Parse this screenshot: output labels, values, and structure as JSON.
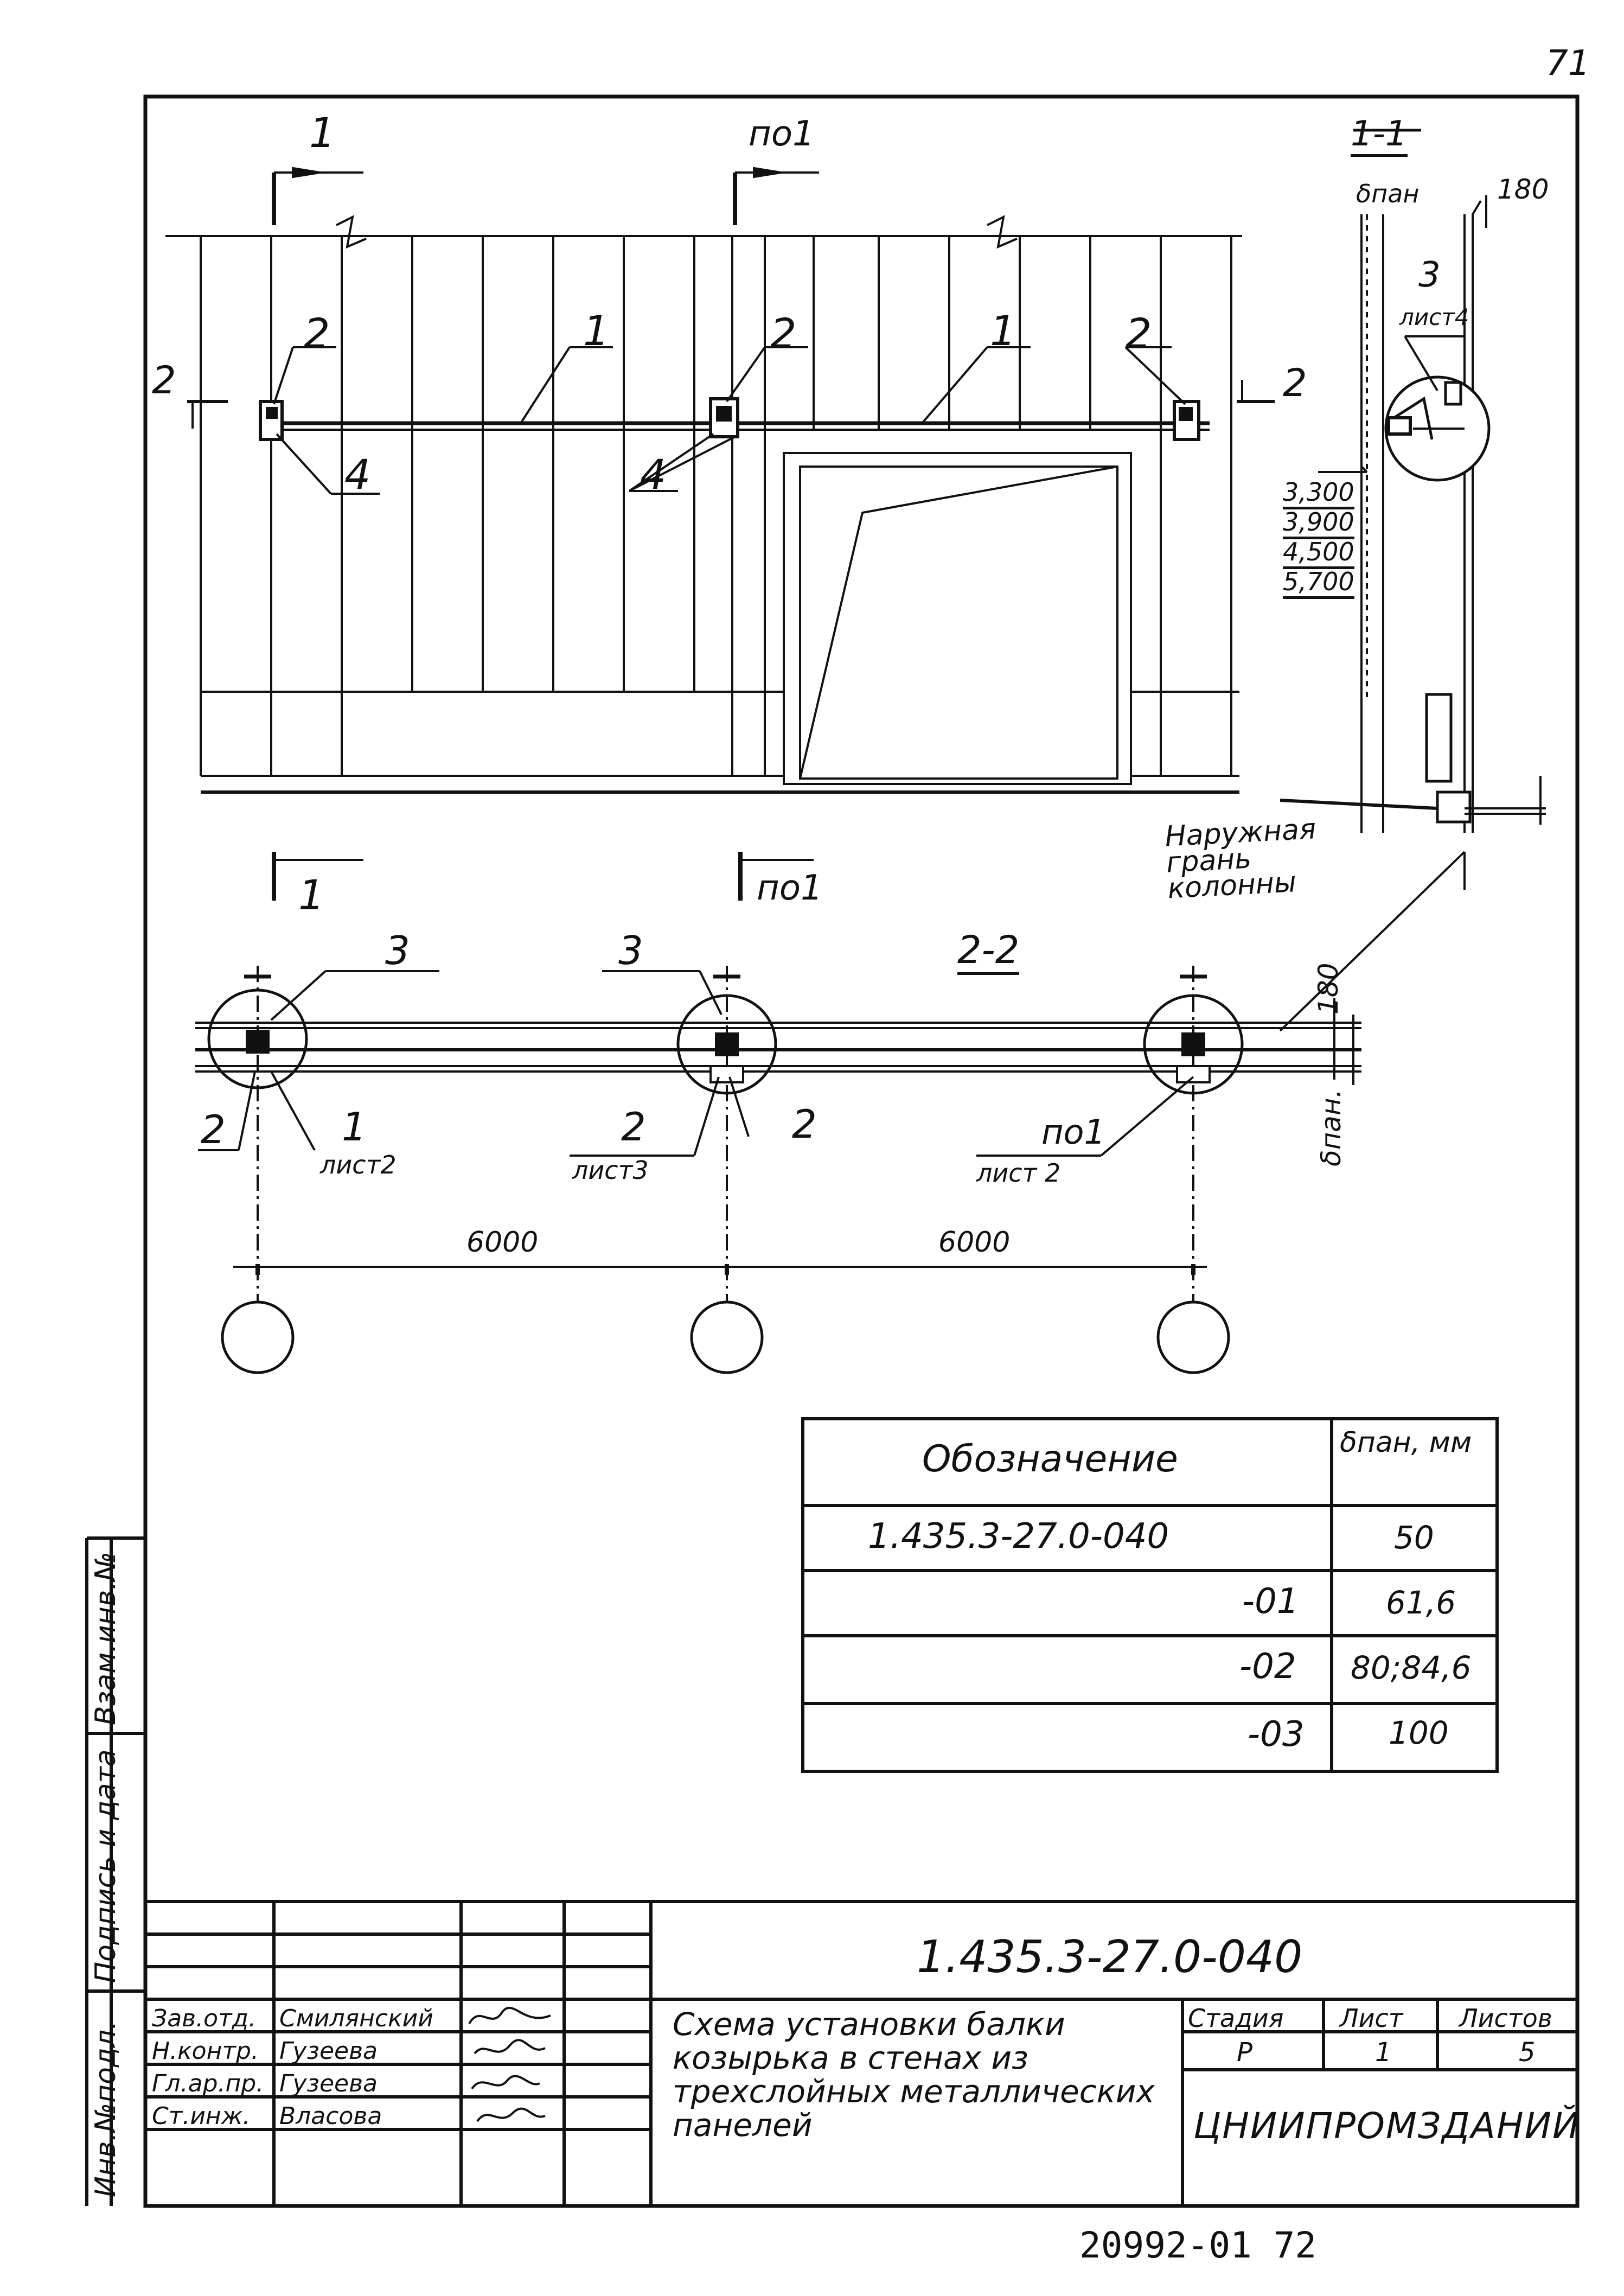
{
  "page_number": "71",
  "section_marks": {
    "sec1_top": "1",
    "sec1_bottom": "1",
    "po1_top": "по1",
    "po1_bottom": "по1",
    "sec2_left": "2",
    "sec2_right": "2"
  },
  "elevation": {
    "callouts": [
      "1",
      "1",
      "2",
      "2",
      "2",
      "4",
      "4"
    ]
  },
  "section_1_1": {
    "title": "1-1",
    "dim_label": "δпан",
    "dim_value": "180",
    "callout_num": "3",
    "callout_sheet": "лист4",
    "elevations": [
      "3,300",
      "3,900",
      "4,500",
      "5,700"
    ]
  },
  "section_2_2": {
    "title": "2-2",
    "outer_face_note": "Наружная грань колонны",
    "dim_right_top": "180",
    "dim_right_bottom": "δпан.",
    "callout_3_left": "3",
    "callout_3_mid": "3",
    "c_left_2": "2",
    "c_left_1": "1",
    "c_left_1_sheet": "лист2",
    "c_mid_2": "2",
    "c_mid_2_sheet": "лист3",
    "c_mid_2b": "2",
    "c_right_po1": "по1",
    "c_right_po1_sheet": "лист 2",
    "span_1": "6000",
    "span_2": "6000"
  },
  "table": {
    "header_designation": "Обозначение",
    "header_thickness": "δпан, мм",
    "rows": [
      {
        "designation": "1.435.3-27.0-040",
        "value": "50"
      },
      {
        "designation": "-01",
        "value": "61,6"
      },
      {
        "designation": "-02",
        "value": "80;84,6"
      },
      {
        "designation": "-03",
        "value": "100"
      }
    ]
  },
  "left_margin": {
    "inv_orig": "Инв.№подл.",
    "sign_date": "Подпись и дата",
    "replace_inv": "Взам.инв.№"
  },
  "title_block": {
    "doc_code": "1.435.3-27.0-040",
    "description": "Схема установки балки козырька в стенах из трехслойных металлических панелей",
    "stage_label": "Стадия",
    "sheet_label": "Лист",
    "sheets_label": "Листов",
    "stage_value": "Р",
    "sheet_value": "1",
    "sheets_value": "5",
    "organization": "ЦНИИПРОМЗДАНИЙ",
    "roles": [
      {
        "role": "Зав.отд.",
        "name": "Смилянский"
      },
      {
        "role": "Н.контр.",
        "name": "Гузеева"
      },
      {
        "role": "Гл.ар.пр.",
        "name": "Гузеева"
      },
      {
        "role": "Ст.инж.",
        "name": "Власова"
      }
    ]
  },
  "footer_code": "20992-01   72"
}
